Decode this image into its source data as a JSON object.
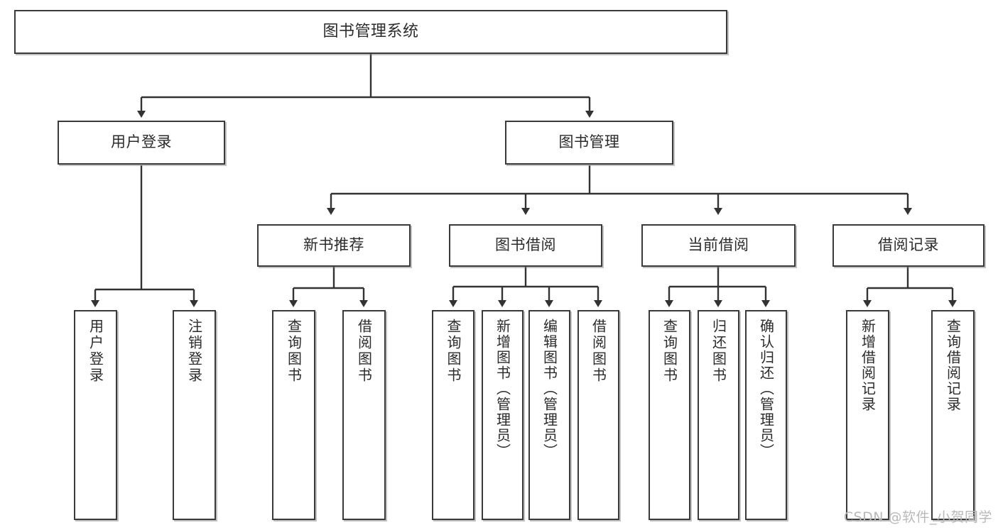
{
  "diagram": {
    "title": "图书管理系统",
    "watermark": "CSDN @软件_小贺同学",
    "line_color": "#333333",
    "box_border_color": "#3a3a3a",
    "box_fill_color": "#ffffff",
    "text_color": "#2b2b2b"
  },
  "nodes": {
    "root": {
      "label": "图书管理系统"
    },
    "level2": [
      {
        "label": "用户登录"
      },
      {
        "label": "图书管理"
      }
    ],
    "level3": [
      {
        "label": "新书推荐"
      },
      {
        "label": "图书借阅"
      },
      {
        "label": "当前借阅"
      },
      {
        "label": "借阅记录"
      }
    ],
    "leaves_user_login": [
      {
        "label": "用户登录"
      },
      {
        "label": "注销登录"
      }
    ],
    "leaves_new_book": [
      {
        "label": "查询图书"
      },
      {
        "label": "借阅图书"
      }
    ],
    "leaves_borrow": [
      {
        "label": "查询图书"
      },
      {
        "label": "新增图书（管理员）"
      },
      {
        "label": "编辑图书（管理员）"
      },
      {
        "label": "借阅图书"
      }
    ],
    "leaves_current": [
      {
        "label": "查询图书"
      },
      {
        "label": "归还图书"
      },
      {
        "label": "确认归还（管理员）"
      }
    ],
    "leaves_records": [
      {
        "label": "新增借阅记录"
      },
      {
        "label": "查询借阅记录"
      }
    ]
  }
}
